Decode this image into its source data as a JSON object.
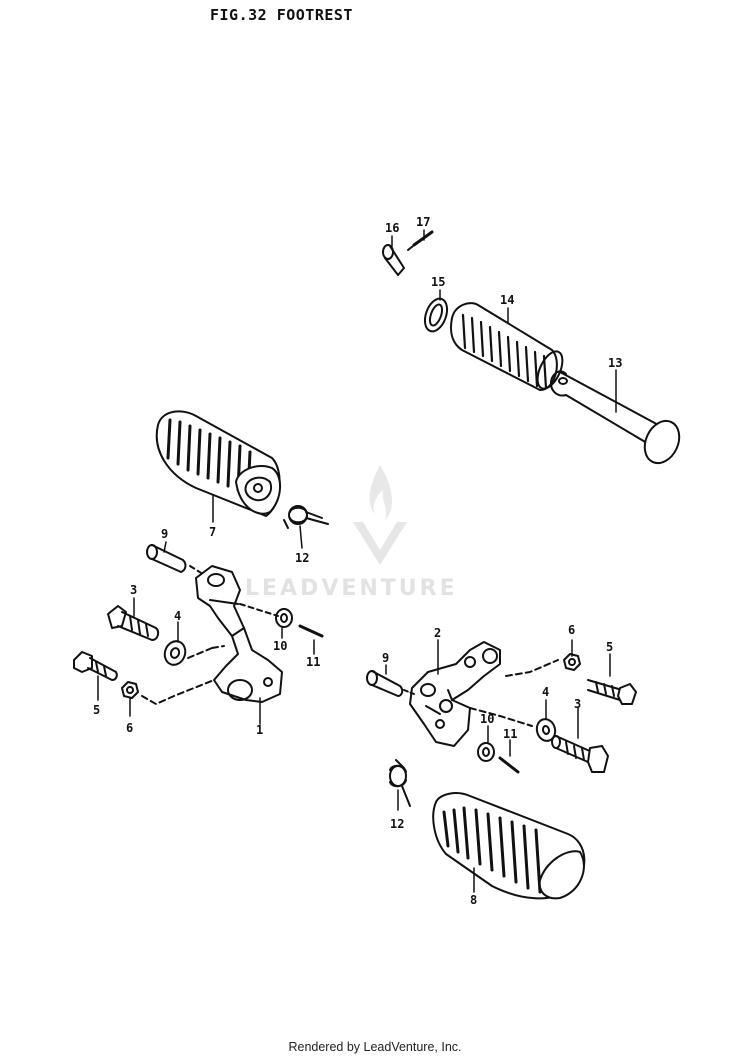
{
  "figure": {
    "title": "FIG.32  FOOTREST"
  },
  "watermark": {
    "text": "LEADVENTURE",
    "color": "#e2e2e2"
  },
  "footer": {
    "text": "Rendered by LeadVenture, Inc."
  },
  "callouts": [
    {
      "id": "c1",
      "text": "1"
    },
    {
      "id": "c2",
      "text": "2"
    },
    {
      "id": "c3a",
      "text": "3"
    },
    {
      "id": "c3b",
      "text": "3"
    },
    {
      "id": "c4a",
      "text": "4"
    },
    {
      "id": "c4b",
      "text": "4"
    },
    {
      "id": "c5a",
      "text": "5"
    },
    {
      "id": "c5b",
      "text": "5"
    },
    {
      "id": "c6a",
      "text": "6"
    },
    {
      "id": "c6b",
      "text": "6"
    },
    {
      "id": "c7",
      "text": "7"
    },
    {
      "id": "c8",
      "text": "8"
    },
    {
      "id": "c9a",
      "text": "9"
    },
    {
      "id": "c9b",
      "text": "9"
    },
    {
      "id": "c10a",
      "text": "10"
    },
    {
      "id": "c10b",
      "text": "10"
    },
    {
      "id": "c11a",
      "text": "11"
    },
    {
      "id": "c11b",
      "text": "11"
    },
    {
      "id": "c12a",
      "text": "12"
    },
    {
      "id": "c12b",
      "text": "12"
    },
    {
      "id": "c13",
      "text": "13"
    },
    {
      "id": "c14",
      "text": "14"
    },
    {
      "id": "c15",
      "text": "15"
    },
    {
      "id": "c16",
      "text": "16"
    },
    {
      "id": "c17",
      "text": "17"
    }
  ]
}
